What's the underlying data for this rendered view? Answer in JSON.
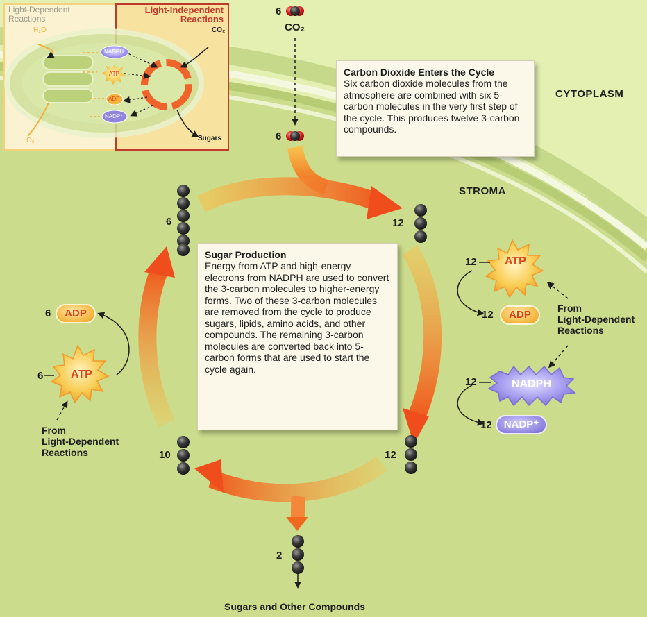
{
  "regions": {
    "cytoplasm": "CYTOPLASM",
    "stroma": "STROMA"
  },
  "inset": {
    "light_dependent": "Light-Dependent Reactions",
    "light_independent": "Light-Independent Reactions",
    "h2o": "H₂O",
    "o2": "O₂",
    "co2": "CO₂",
    "nadph": "NADPH",
    "atp": "ATP",
    "adp": "ADP",
    "nadp": "NADP⁺",
    "sugars": "Sugars"
  },
  "co2_input": {
    "count_top": "6",
    "label": "CO₂",
    "count_entry": "6"
  },
  "carbon_groups": {
    "top_left": "6",
    "top_right": "12",
    "bottom_right": "12",
    "bottom_left": "10",
    "output": "2"
  },
  "callout_co2": {
    "title": "Carbon Dioxide Enters the Cycle",
    "body": "Six carbon dioxide molecules from the atmosphere are combined with six 5-carbon molecules in the very first step of the cycle. This produces twelve 3-carbon compounds."
  },
  "callout_sugar": {
    "title": "Sugar Production",
    "body": "Energy from ATP and high-energy electrons from NADPH are used to convert the 3-carbon molecules to higher-energy forms. Two of these 3-carbon molecules are removed from the cycle to produce sugars, lipids, amino acids, and other compounds. The remaining 3-carbon molecules are converted back into 5-carbon forms that are used to start the cycle again."
  },
  "right_side": {
    "atp_count": "12",
    "atp_label": "ATP",
    "adp_count": "12",
    "adp_label": "ADP",
    "nadph_count": "12",
    "nadph_label": "NADPH",
    "nadp_count": "12",
    "nadp_label": "NADP⁺",
    "source_line1": "From",
    "source_line2": "Light-Dependent",
    "source_line3": "Reactions"
  },
  "left_side": {
    "atp_count": "6",
    "atp_label": "ATP",
    "adp_count": "6",
    "adp_label": "ADP",
    "source_line1": "From",
    "source_line2": "Light-Dependent",
    "source_line3": "Reactions"
  },
  "output_label": "Sugars and Other Compounds",
  "colors": {
    "background": "#cbdc8c",
    "arrow_orange": "#f06a24",
    "arrow_light": "#f7c64a",
    "carbon_atom": "#3a3a3a",
    "adp_fill": "#f4b43c",
    "nadp_fill": "#8f85df",
    "inset_border": "#c0392b"
  }
}
